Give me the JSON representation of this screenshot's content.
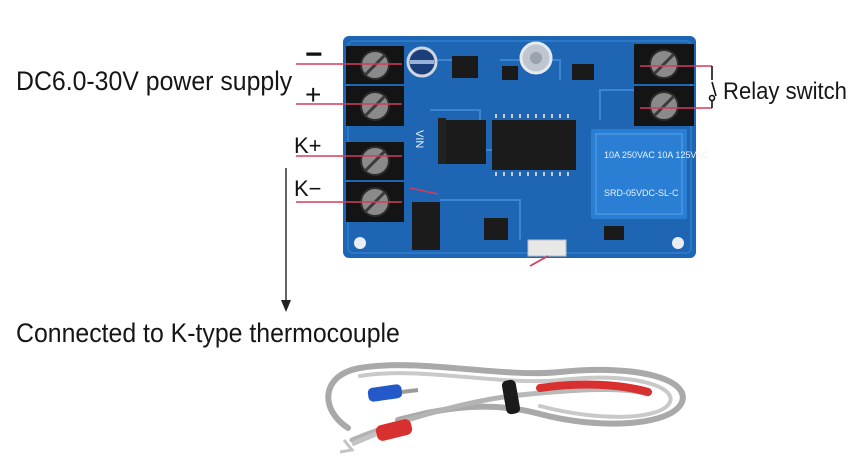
{
  "labels": {
    "power_supply": "DC6.0-30V power supply",
    "relay_switch": "Relay switch",
    "thermocouple": "Connected to K-type thermocouple"
  },
  "terminal_signs": {
    "minus": "−",
    "plus": "+",
    "k_plus": "K+",
    "k_minus": "K−"
  },
  "board_silk": {
    "vin": "VIN",
    "relay_text_1": "SRD-05VDC-SL-C",
    "relay_text_2": "10A 250VAC  10A 125VAC"
  },
  "colors": {
    "pcb": "#1e66b4",
    "pcb_dark": "#17509a",
    "terminal": "#121212",
    "relay": "#2a7fd4",
    "leader_line": "#d63a5a",
    "cable": "#b8b8b8",
    "sleeve_red": "#d8302e",
    "sleeve_blue": "#2459c9"
  }
}
